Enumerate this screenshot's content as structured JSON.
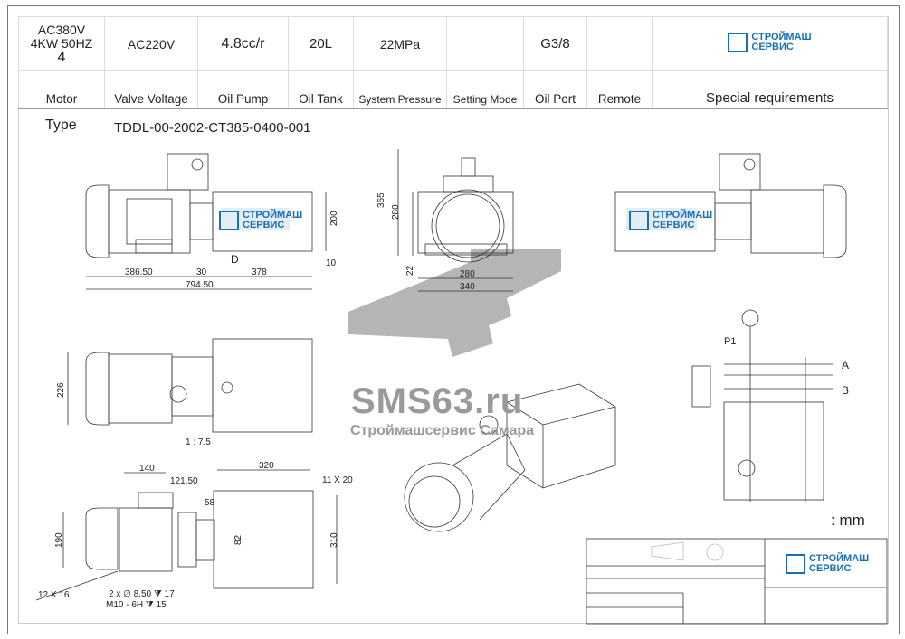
{
  "spec_table": {
    "values": {
      "motor": [
        "AC380V",
        "4KW 50HZ",
        "4"
      ],
      "valve_voltage": "AC220V",
      "oil_pump": "4.8cc/r",
      "oil_tank": "20L",
      "system_pressure": "22MPa",
      "setting_mode": "",
      "oil_port": "G3/8",
      "remote": ""
    },
    "headers": [
      "Motor",
      "Valve Voltage",
      "Oil Pump",
      "Oil Tank",
      "System Pressure",
      "Setting Mode",
      "Oil Port",
      "Remote",
      "Special requirements"
    ]
  },
  "logo": {
    "line1": "СТРОЙМАШ",
    "line2": "СЕРВИС",
    "color": "#1a6fb5"
  },
  "type": {
    "label": "Type",
    "value": "TDDL-00-2002-CT385-0400-001"
  },
  "front_view": {
    "dims": [
      "386.50",
      "30",
      "378",
      "794.50",
      "200",
      "10",
      "D"
    ]
  },
  "side_view": {
    "dims": [
      "365",
      "280",
      "22",
      "280",
      "340"
    ]
  },
  "top_view": {
    "dims": [
      "226"
    ],
    "scale": "1 : 7.5"
  },
  "bottom_view": {
    "dims": [
      "140",
      "121.50",
      "58",
      "320",
      "11 X 20",
      "82",
      "310",
      "190",
      "12 X 16",
      "2 x ∅ 8.50 ⧩ 17",
      "M10 - 6H ⧩ 15"
    ]
  },
  "watermark": {
    "title": "SMS63.ru",
    "subtitle": "Строймашсервис Самара"
  },
  "schematic": {
    "labels": [
      "P1",
      "A",
      "B"
    ]
  },
  "units": ": mm"
}
